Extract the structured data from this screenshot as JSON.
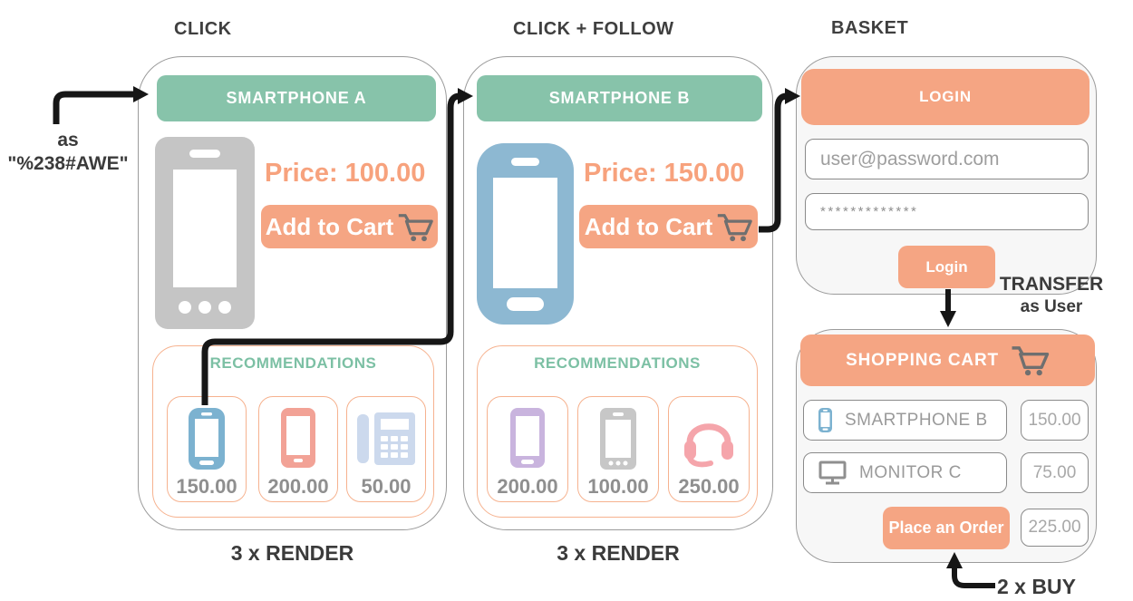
{
  "titles": {
    "panel1": "CLICK",
    "panel2": "CLICK + FOLLOW",
    "panel3": "BASKET"
  },
  "annotations": {
    "entry_line1": "as",
    "entry_line2": "\"%238#AWE\"",
    "transfer_line1": "TRANSFER",
    "transfer_line2": "as User",
    "buy": "2 x BUY",
    "render1": "3 x RENDER",
    "render2": "3 x RENDER"
  },
  "product_pages": [
    {
      "header": "SMARTPHONE A",
      "price": "Price: 100.00",
      "add_to_cart": "Add to Cart",
      "recommendations_title": "RECOMMENDATIONS",
      "recommendations": [
        {
          "icon": "smartphone-blue-icon",
          "price": "150.00"
        },
        {
          "icon": "smartphone-salmon-icon",
          "price": "200.00"
        },
        {
          "icon": "desk-phone-icon",
          "price": "50.00"
        }
      ]
    },
    {
      "header": "SMARTPHONE B",
      "price": "Price: 150.00",
      "add_to_cart": "Add to Cart",
      "recommendations_title": "RECOMMENDATIONS",
      "recommendations": [
        {
          "icon": "smartphone-purple-icon",
          "price": "200.00"
        },
        {
          "icon": "smartphone-gray-icon",
          "price": "100.00"
        },
        {
          "icon": "headset-pink-icon",
          "price": "250.00"
        }
      ]
    }
  ],
  "login": {
    "header": "LOGIN",
    "email_value": "user@password.com",
    "password_value": "*************",
    "button": "Login"
  },
  "cart": {
    "header": "SHOPPING CART",
    "items": [
      {
        "name": "SMARTPHONE B",
        "icon": "smartphone-icon",
        "price": "150.00"
      },
      {
        "name": "MONITOR C",
        "icon": "monitor-icon",
        "price": "75.00"
      }
    ],
    "order_button": "Place an Order",
    "total": "225.00"
  },
  "colors": {
    "teal": "#87c3aa",
    "salmon": "#f5a583",
    "salmon_border": "#f6b28f",
    "panel_border": "#9b9b9b",
    "price_text": "#f7a27d",
    "gray_text": "#8f8f8f",
    "arrow": "#161616"
  }
}
